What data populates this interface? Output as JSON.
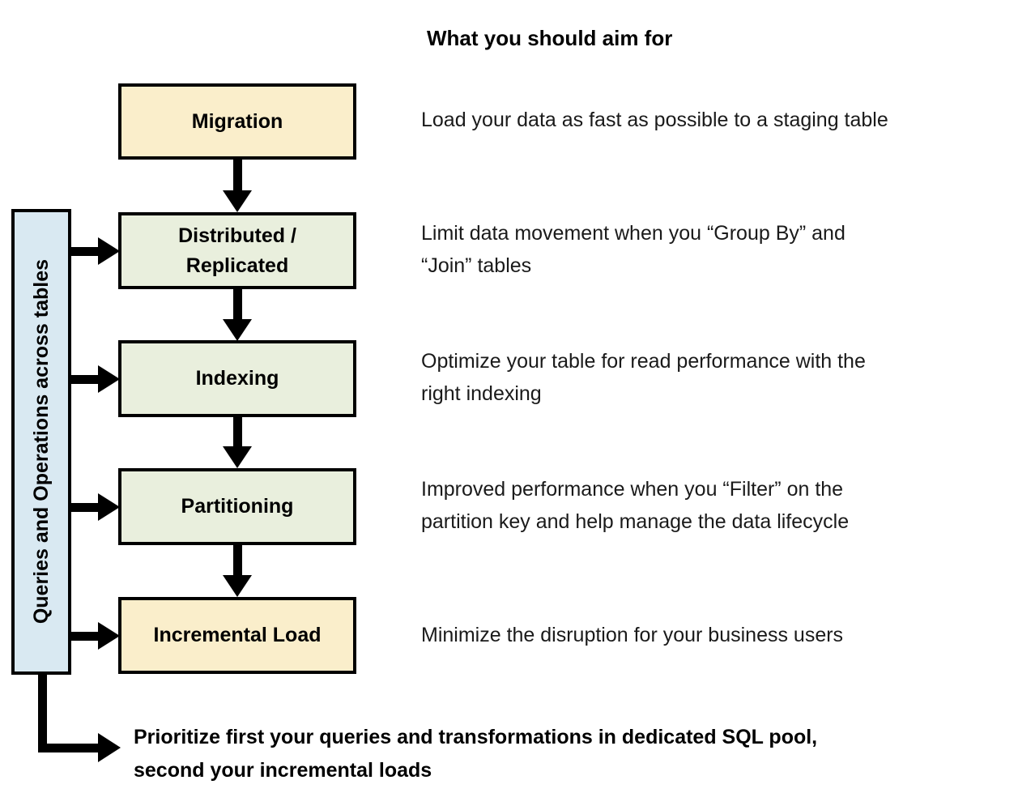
{
  "header": {
    "title": "What you should aim for"
  },
  "sidebar": {
    "label": "Queries and Operations across tables"
  },
  "steps": [
    {
      "label": "Migration",
      "fill": "#FAEECB"
    },
    {
      "label": "Distributed / Replicated",
      "fill": "#E9EFDD"
    },
    {
      "label": "Indexing",
      "fill": "#E9EFDD"
    },
    {
      "label": "Partitioning",
      "fill": "#E9EFDD"
    },
    {
      "label": "Incremental Load",
      "fill": "#FAEECB"
    }
  ],
  "aims": [
    {
      "lines": [
        "Load your data as fast as possible to a staging table"
      ]
    },
    {
      "lines": [
        "Limit data movement when you “Group By” and",
        "“Join” tables"
      ]
    },
    {
      "lines": [
        "Optimize your table for read performance with the",
        "right indexing"
      ]
    },
    {
      "lines": [
        "Improved performance when you “Filter” on the",
        "partition key and help manage the data lifecycle"
      ]
    },
    {
      "lines": [
        "Minimize the disruption for your business users"
      ]
    }
  ],
  "footer": {
    "lines": [
      "Prioritize first your queries and transformations in dedicated SQL pool,",
      "second your incremental loads"
    ]
  },
  "colors": {
    "milestone_fill": "#FAEECB",
    "optimization_fill": "#E9EFDD",
    "sidebar_fill": "#D9E9F2",
    "border": "#000000",
    "text": "#1A1A1A"
  }
}
